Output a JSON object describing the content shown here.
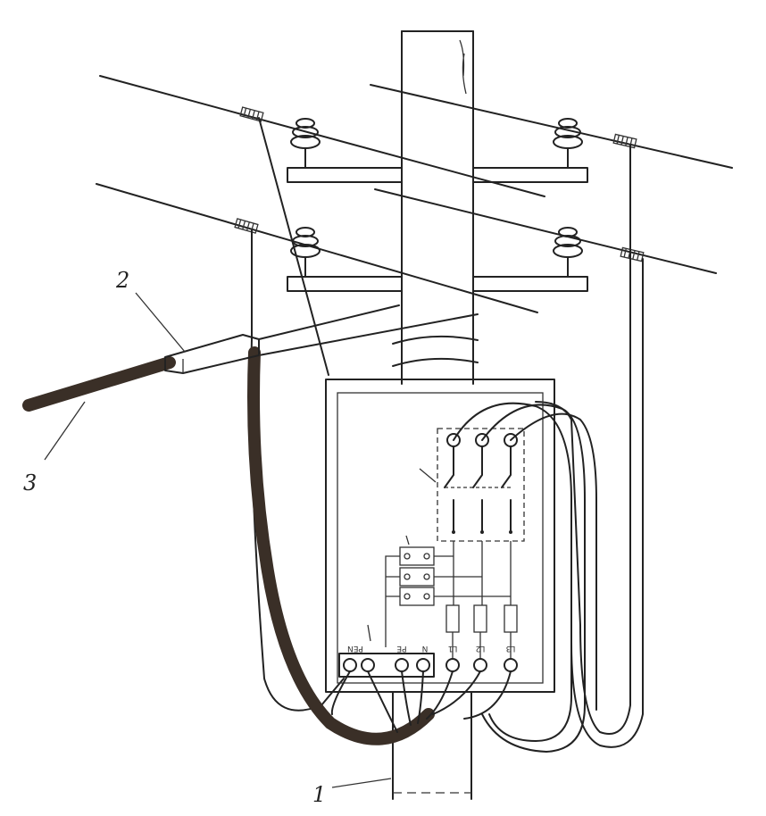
{
  "callouts": {
    "c1": "1",
    "c2": "2",
    "c3": "3"
  },
  "terminal_labels": {
    "pen": "PEN",
    "pe": "PE",
    "n": "N",
    "l1": "L1",
    "l2": "L2",
    "l3": "L3"
  },
  "colors": {
    "line": "#222222",
    "cable": "#3a2f27",
    "background": "#ffffff"
  }
}
